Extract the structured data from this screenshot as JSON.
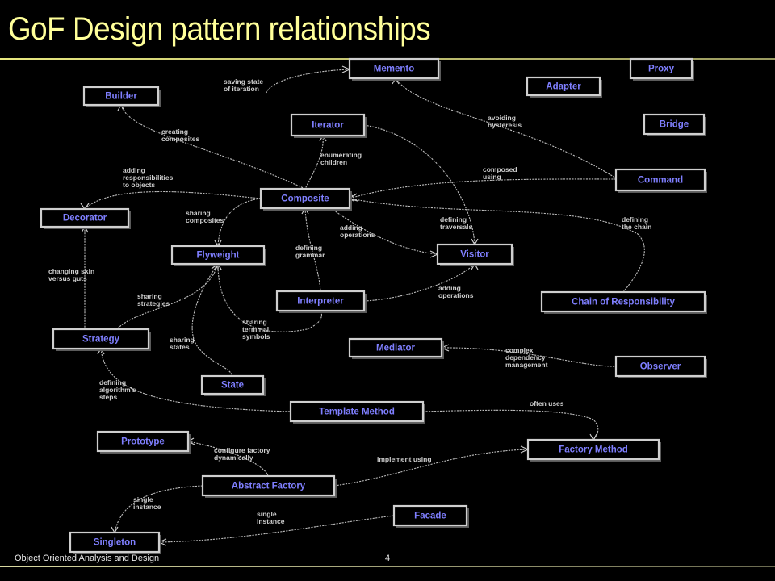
{
  "slide": {
    "title": "GoF Design pattern relationships",
    "footer_course": "Object Oriented Analysis and Design",
    "page_number": "4"
  },
  "colors": {
    "title": "#ffff99",
    "node_label": "#7f7fff",
    "line": "#bdbdbd",
    "background": "#000000"
  },
  "nodes": [
    {
      "id": "memento",
      "label": "Memento"
    },
    {
      "id": "proxy",
      "label": "Proxy"
    },
    {
      "id": "builder",
      "label": "Builder"
    },
    {
      "id": "adapter",
      "label": "Adapter"
    },
    {
      "id": "iterator",
      "label": "Iterator"
    },
    {
      "id": "bridge",
      "label": "Bridge"
    },
    {
      "id": "command",
      "label": "Command"
    },
    {
      "id": "composite",
      "label": "Composite"
    },
    {
      "id": "decorator",
      "label": "Decorator"
    },
    {
      "id": "flyweight",
      "label": "Flyweight"
    },
    {
      "id": "visitor",
      "label": "Visitor"
    },
    {
      "id": "interpreter",
      "label": "Interpreter"
    },
    {
      "id": "chain",
      "label": "Chain of Responsibility"
    },
    {
      "id": "strategy",
      "label": "Strategy"
    },
    {
      "id": "mediator",
      "label": "Mediator"
    },
    {
      "id": "observer",
      "label": "Observer"
    },
    {
      "id": "state",
      "label": "State"
    },
    {
      "id": "template",
      "label": "Template Method"
    },
    {
      "id": "prototype",
      "label": "Prototype"
    },
    {
      "id": "factory_method",
      "label": "Factory Method"
    },
    {
      "id": "abstract_factory",
      "label": "Abstract Factory"
    },
    {
      "id": "facade",
      "label": "Facade"
    },
    {
      "id": "singleton",
      "label": "Singleton"
    }
  ],
  "edges": [
    {
      "id": "e1",
      "lines": [
        "saving state",
        "of iteration"
      ]
    },
    {
      "id": "e2",
      "lines": [
        "avoiding",
        "hysteresis"
      ]
    },
    {
      "id": "e3",
      "lines": [
        "creating",
        "composites"
      ]
    },
    {
      "id": "e4",
      "lines": [
        "enumerating",
        "children"
      ]
    },
    {
      "id": "e5",
      "lines": [
        "adding",
        "responsibilities",
        "to objects"
      ]
    },
    {
      "id": "e6",
      "lines": [
        "composed",
        "using"
      ]
    },
    {
      "id": "e7",
      "lines": [
        "sharing",
        "composites"
      ]
    },
    {
      "id": "e8",
      "lines": [
        "adding",
        "operations"
      ]
    },
    {
      "id": "e9",
      "lines": [
        "defining",
        "traversals"
      ]
    },
    {
      "id": "e10",
      "lines": [
        "defining",
        "the chain"
      ]
    },
    {
      "id": "e11",
      "lines": [
        "changing skin",
        "versus guts"
      ]
    },
    {
      "id": "e12",
      "lines": [
        "defining",
        "grammar"
      ]
    },
    {
      "id": "e13",
      "lines": [
        "sharing",
        "strategies"
      ]
    },
    {
      "id": "e14",
      "lines": [
        "adding",
        "operations"
      ]
    },
    {
      "id": "e15",
      "lines": [
        "sharing",
        "terminal",
        "symbols"
      ]
    },
    {
      "id": "e16",
      "lines": [
        "sharing",
        "states"
      ]
    },
    {
      "id": "e17",
      "lines": [
        "complex",
        "dependency",
        "management"
      ]
    },
    {
      "id": "e18",
      "lines": [
        "defining",
        "algorithm's",
        "steps"
      ]
    },
    {
      "id": "e19",
      "lines": [
        "often uses"
      ]
    },
    {
      "id": "e20",
      "lines": [
        "configure factory",
        "dynamically"
      ]
    },
    {
      "id": "e21",
      "lines": [
        "implement using"
      ]
    },
    {
      "id": "e22",
      "lines": [
        "single",
        "instance"
      ]
    },
    {
      "id": "e23",
      "lines": [
        "single",
        "instance"
      ]
    }
  ]
}
